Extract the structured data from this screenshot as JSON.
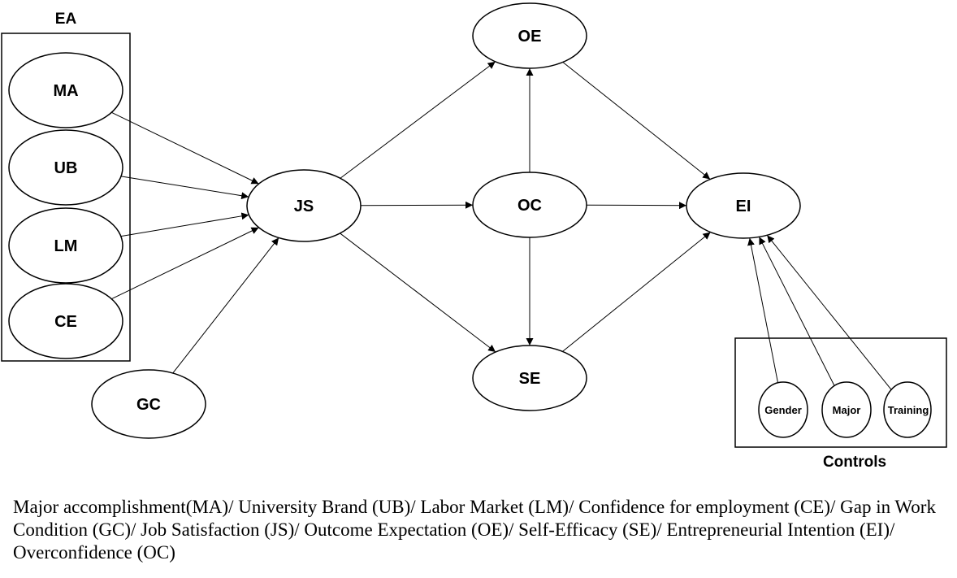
{
  "groups": {
    "ea": {
      "label": "EA"
    },
    "controls": {
      "label": "Controls"
    }
  },
  "nodes": {
    "ma": "MA",
    "ub": "UB",
    "lm": "LM",
    "ce": "CE",
    "gc": "GC",
    "js": "JS",
    "oe": "OE",
    "oc": "OC",
    "se": "SE",
    "ei": "EI",
    "gender": "Gender",
    "major": "Major",
    "training": "Training"
  },
  "edges": [
    [
      "ma",
      "js"
    ],
    [
      "ub",
      "js"
    ],
    [
      "lm",
      "js"
    ],
    [
      "ce",
      "js"
    ],
    [
      "gc",
      "js"
    ],
    [
      "js",
      "oe"
    ],
    [
      "js",
      "oc"
    ],
    [
      "js",
      "se"
    ],
    [
      "oc",
      "oe"
    ],
    [
      "oc",
      "se"
    ],
    [
      "oc",
      "ei"
    ],
    [
      "oe",
      "ei"
    ],
    [
      "se",
      "ei"
    ],
    [
      "gender",
      "ei"
    ],
    [
      "major",
      "ei"
    ],
    [
      "training",
      "ei"
    ]
  ],
  "caption": "Major accomplishment(MA)/ University Brand (UB)/ Labor Market (LM)/ Confidence for employment (CE)/ Gap in Work Condition (GC)/ Job Satisfaction (JS)/ Outcome Expectation (OE)/ Self-Efficacy (SE)/ Entrepreneurial Intention (EI)/ Overconfidence (OC)"
}
